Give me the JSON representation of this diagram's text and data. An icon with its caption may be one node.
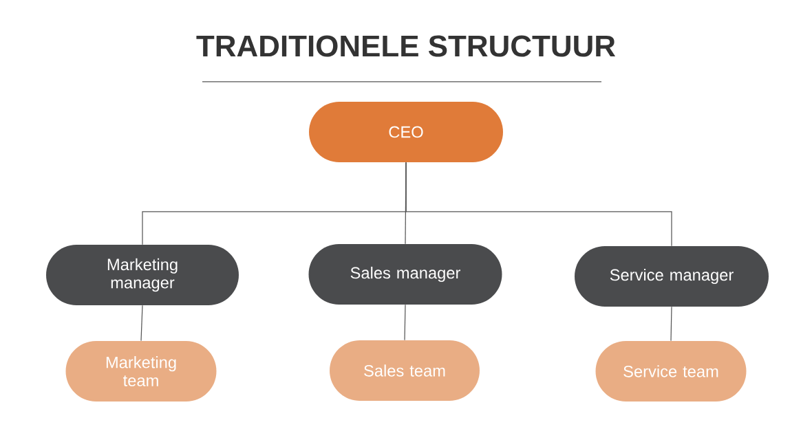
{
  "diagram": {
    "title": "TRADITIONELE STRUCTUUR",
    "nodes": [
      {
        "text": [
          "CEO"
        ]
      },
      {
        "text": [
          "Marketing manager"
        ]
      },
      {
        "text": [
          "Sales manager"
        ]
      },
      {
        "text": [
          "Service manager"
        ]
      },
      {
        "text": [
          "Marketing team"
        ]
      },
      {
        "text": [
          "Sales team"
        ]
      },
      {
        "text": [
          "Service team"
        ]
      }
    ],
    "edges": [
      {
        "from": 0,
        "to": 1,
        "arrow": "none"
      },
      {
        "from": 0,
        "to": 2,
        "arrow": "none"
      },
      {
        "from": 0,
        "to": 3,
        "arrow": "none"
      },
      {
        "from": 1,
        "to": 4,
        "arrow": "none"
      },
      {
        "from": 2,
        "to": 5,
        "arrow": "none"
      },
      {
        "from": 3,
        "to": 6,
        "arrow": "none"
      }
    ]
  }
}
